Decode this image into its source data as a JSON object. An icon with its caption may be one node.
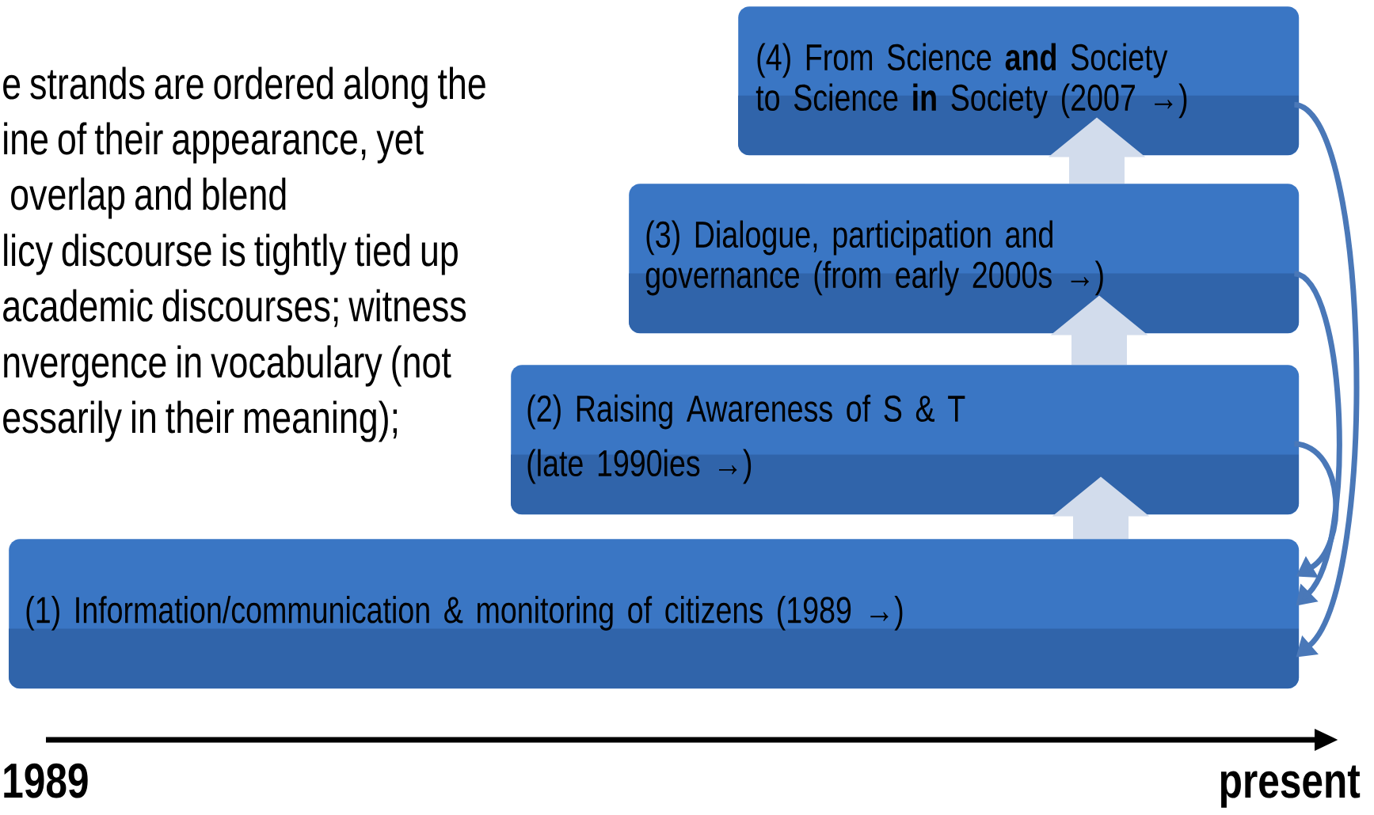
{
  "diagram": {
    "nodes": [
      {
        "text": [
          "(1) Information/communication & monitoring of citizens (1989 →)"
        ]
      },
      {
        "text": [
          "(2) Raising Awareness of S & T",
          "(late 1990ies →)"
        ]
      },
      {
        "text": [
          "(3) Dialogue, participation and governance (from early 2000s →)"
        ]
      },
      {
        "text": [
          "(4) From Science **and** Society to Science **in** Society (2007 →)"
        ]
      }
    ],
    "edges": [
      {
        "from": 0,
        "to": 1,
        "arrow": "to",
        "style": "thick",
        "color": "#d2dcec"
      },
      {
        "from": 1,
        "to": 2,
        "arrow": "to",
        "style": "thick",
        "color": "#d2dcec"
      },
      {
        "from": 2,
        "to": 3,
        "arrow": "to",
        "style": "thick",
        "color": "#d2dcec"
      },
      {
        "from": 3,
        "to": 0,
        "arrow": "to",
        "color": "#4a78b8"
      },
      {
        "from": 2,
        "to": 0,
        "arrow": "to",
        "color": "#4a78b8"
      },
      {
        "from": 1,
        "to": 0,
        "arrow": "to",
        "color": "#4a78b8"
      }
    ],
    "labels": [
      "e strands are ordered along the",
      "ine of their appearance, yet",
      " overlap and blend",
      "licy discourse is tightly tied up",
      "academic discourses; witness",
      "nvergence in vocabulary (not",
      "essarily in their meaning);",
      "1989",
      "present"
    ]
  }
}
